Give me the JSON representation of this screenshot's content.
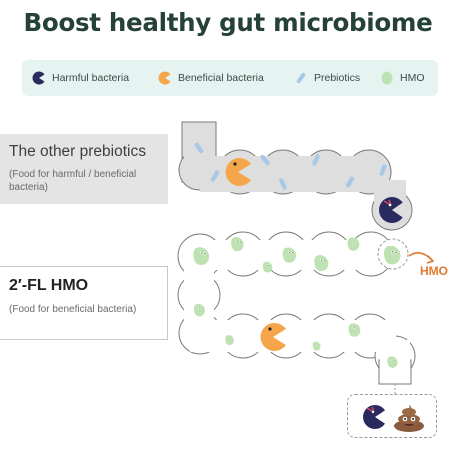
{
  "title": "Boost healthy gut microbiome",
  "legend": [
    {
      "icon": "harmful-bacteria-icon",
      "label": "Harmful bacteria"
    },
    {
      "icon": "beneficial-bacteria-icon",
      "label": "Beneficial bacteria"
    },
    {
      "icon": "prebiotics-icon",
      "label": "Prebiotics"
    },
    {
      "icon": "hmo-icon",
      "label": "HMO"
    }
  ],
  "boxes": {
    "other": {
      "heading": "The other prebiotics",
      "sub": "(Food for harmful / beneficial bacteria)"
    },
    "hmo": {
      "heading": "2′-FL HMO",
      "sub": "(Food for beneficial bacteria)"
    }
  },
  "hmo_callout": "HMO",
  "output_icons": [
    "harmful-bacteria-icon",
    "poop-icon"
  ],
  "colors": {
    "harmful": "#2a2a5e",
    "beneficial": "#f5a64b",
    "prebiotic": "#a8c8e8",
    "hmo": "#bfe2b2",
    "gut_top": "#dedede",
    "accent": "#e07a2e",
    "legend_bg": "#e6f4f1"
  }
}
